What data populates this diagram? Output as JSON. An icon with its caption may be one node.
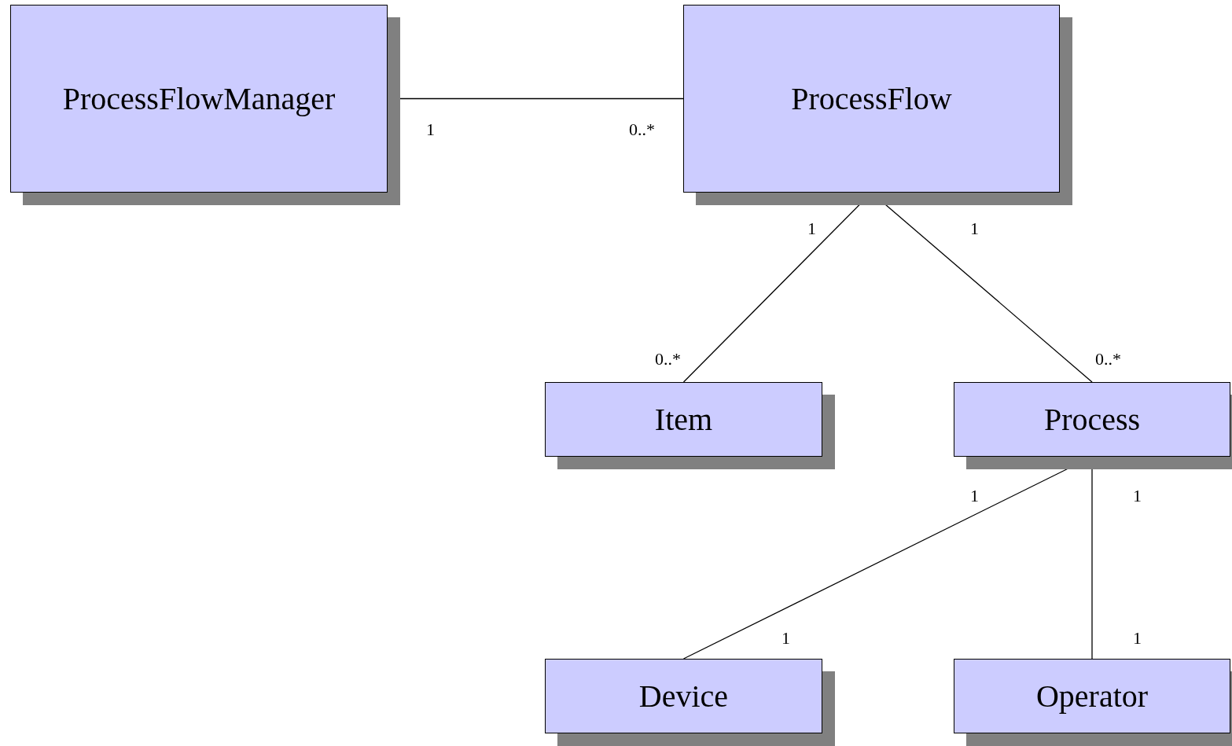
{
  "diagram": {
    "nodes": [
      {
        "text": [
          "ProcessFlowManager"
        ]
      },
      {
        "text": [
          "ProcessFlow"
        ]
      },
      {
        "text": [
          "Item"
        ]
      },
      {
        "text": [
          "Process"
        ]
      },
      {
        "text": [
          "Device"
        ]
      },
      {
        "text": [
          "Operator"
        ]
      }
    ],
    "edges": [
      {
        "from": 0,
        "to": 1,
        "arrow": "none"
      },
      {
        "from": 1,
        "to": 2,
        "arrow": "none"
      },
      {
        "from": 1,
        "to": 3,
        "arrow": "none"
      },
      {
        "from": 3,
        "to": 4,
        "arrow": "none"
      },
      {
        "from": 3,
        "to": 5,
        "arrow": "none"
      }
    ],
    "labels": [
      "1",
      "0..*",
      "1",
      "1",
      "0..*",
      "0..*",
      "1",
      "1",
      "1",
      "1"
    ]
  }
}
